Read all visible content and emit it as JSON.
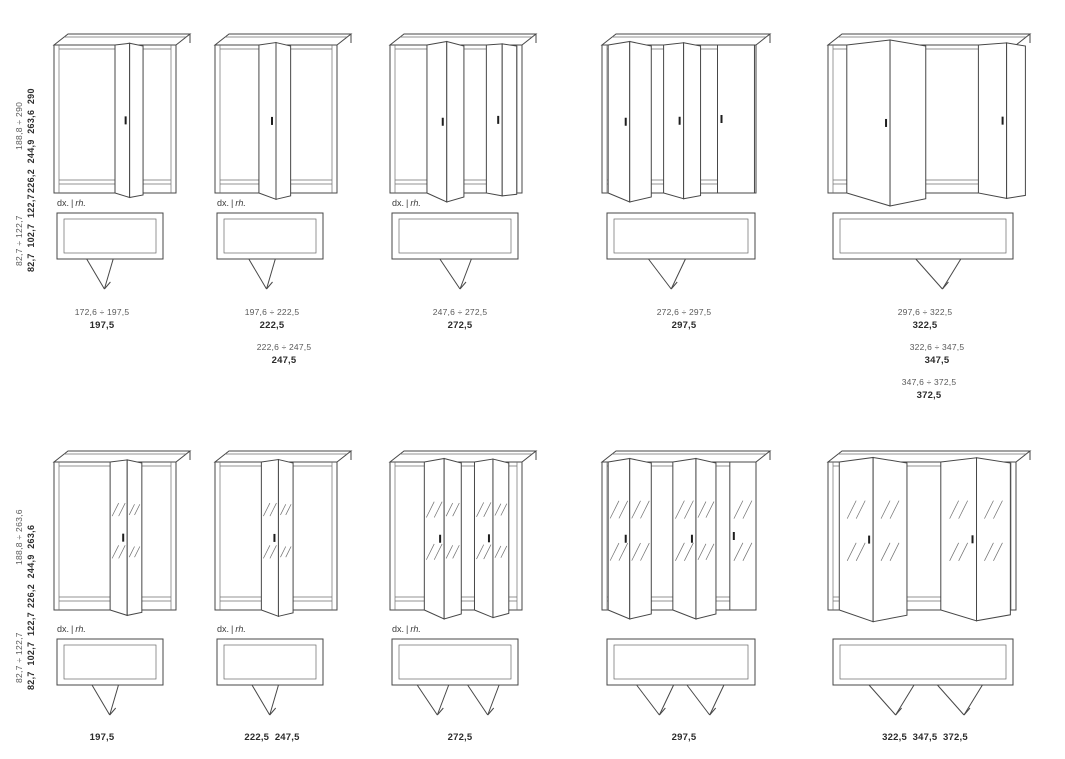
{
  "sheet": {
    "line_color": "#474747",
    "text_color": "#3c3c3c"
  },
  "rows": [
    {
      "name": "panel-door-wardrobes",
      "height_range": "188,8 ÷ 290",
      "height_values": "226,2  244,9  263,6  290",
      "depth_range": "82,7 ÷ 122,7",
      "depth_values": "82,7  102,7  122,7",
      "columns": [
        {
          "hand_label": {
            "dx": "dx.",
            "sep": "|",
            "rh": "rh."
          },
          "width_options": [
            {
              "range": "172,6 ÷ 197,5",
              "value": "197,5"
            }
          ]
        },
        {
          "hand_label": {
            "dx": "dx.",
            "sep": "|",
            "rh": "rh."
          },
          "width_options": [
            {
              "range": "197,6 ÷ 222,5",
              "value": "222,5"
            },
            {
              "range": "222,6 ÷ 247,5",
              "value": "247,5"
            }
          ]
        },
        {
          "hand_label": {
            "dx": "dx.",
            "sep": "|",
            "rh": "rh."
          },
          "width_options": [
            {
              "range": "247,6 ÷ 272,5",
              "value": "272,5"
            }
          ]
        },
        {
          "width_options": [
            {
              "range": "272,6 ÷ 297,5",
              "value": "297,5"
            }
          ]
        },
        {
          "width_options": [
            {
              "range": "297,6 ÷ 322,5",
              "value": "322,5"
            },
            {
              "range": "322,6 ÷ 347,5",
              "value": "347,5"
            },
            {
              "range": "347,6 ÷ 372,5",
              "value": "372,5"
            }
          ]
        }
      ]
    },
    {
      "name": "mirror-door-wardrobes",
      "height_range": "188,8 ÷ 263,6",
      "height_values": "226,2  244,9  263,6",
      "depth_range": "82,7 ÷ 122,7",
      "depth_values": "82,7  102,7  122,7",
      "columns": [
        {
          "hand_label": {
            "dx": "dx.",
            "sep": "|",
            "rh": "rh."
          },
          "width_values": "197,5"
        },
        {
          "hand_label": {
            "dx": "dx.",
            "sep": "|",
            "rh": "rh."
          },
          "width_values": "222,5  247,5"
        },
        {
          "hand_label": {
            "dx": "dx.",
            "sep": "|",
            "rh": "rh."
          },
          "width_values": "272,5"
        },
        {
          "width_values": "297,5"
        },
        {
          "width_values": "322,5  347,5  372,5"
        }
      ]
    }
  ]
}
